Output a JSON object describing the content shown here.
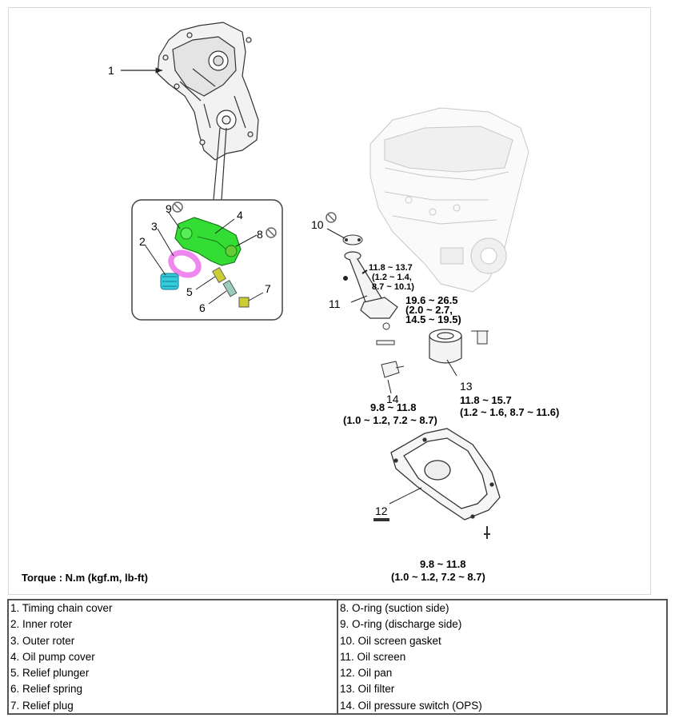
{
  "diagram": {
    "callouts": {
      "c1": "1",
      "c2": "2",
      "c3": "3",
      "c4": "4",
      "c5": "5",
      "c6": "6",
      "c7": "7",
      "c8": "8",
      "c9": "9",
      "c10": "10",
      "c11": "11",
      "c12": "12",
      "c13": "13",
      "c14": "14"
    },
    "torques": {
      "screen_bolt": [
        "11.8 ~ 13.7",
        "(1.2 ~ 1.4,",
        "8.7 ~ 10.1)"
      ],
      "screen_nut": [
        "19.6 ~ 26.5",
        "(2.0 ~ 2.7,",
        "14.5 ~ 19.5)"
      ],
      "ops": [
        "9.8 ~ 11.8",
        "(1.0 ~ 1.2, 7.2 ~ 8.7)"
      ],
      "filter": [
        "11.8 ~ 15.7",
        "(1.2 ~ 1.6, 8.7 ~ 11.6)"
      ],
      "pan": [
        "9.8 ~ 11.8",
        "(1.0 ~ 1.2, 7.2 ~ 8.7)"
      ]
    },
    "unit_note": "Torque : N.m (kgf.m, lb-ft)",
    "colors": {
      "pump_cover": "#33dd33",
      "outer_rotor": "#ee88ee",
      "inner_rotor": "#33ccdd",
      "plug": "#cccc33",
      "line": "#222222"
    }
  },
  "legend": {
    "left": [
      "1. Timing chain cover",
      "2. Inner roter",
      "3. Outer roter",
      "4. Oil pump cover",
      "5. Relief plunger",
      "6. Relief spring",
      "7. Relief plug"
    ],
    "right": [
      "8. O-ring (suction side)",
      "9. O-ring (discharge side)",
      "10. Oil screen gasket",
      "11. Oil screen",
      "12. Oil pan",
      "13. Oil filter",
      "14. Oil pressure switch (OPS)"
    ]
  }
}
